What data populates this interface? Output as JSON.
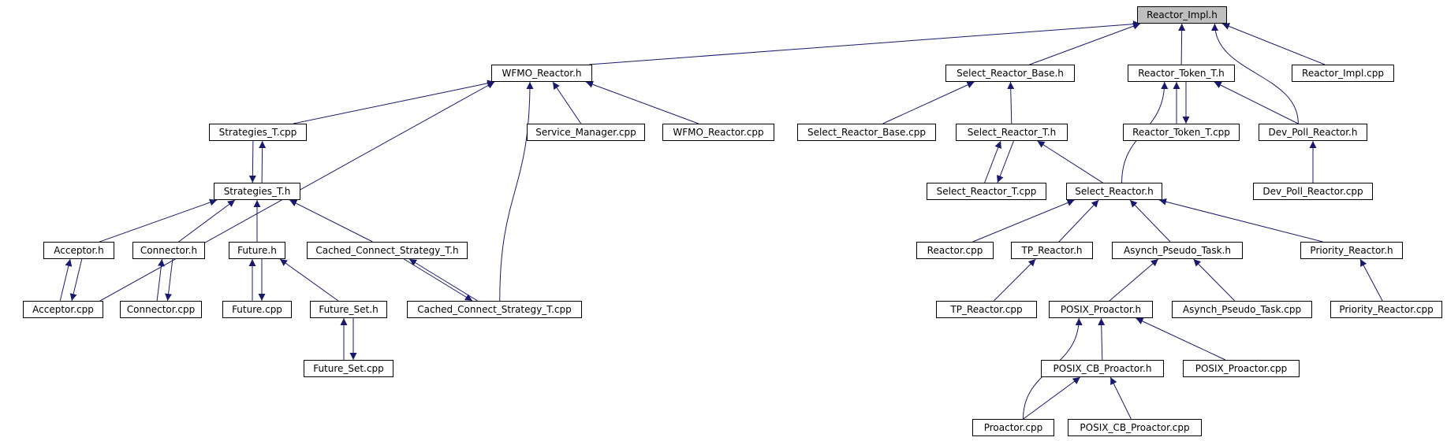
{
  "graph": {
    "root_fill": "#bfbfbf",
    "node_fill": "#ffffff",
    "edge_color": "#191970",
    "nodes": [
      {
        "id": "reactor_impl_h",
        "label": "Reactor_Impl.h",
        "root": true
      },
      {
        "id": "wfmo_reactor_h",
        "label": "WFMO_Reactor.h"
      },
      {
        "id": "select_reactor_base_h",
        "label": "Select_Reactor_Base.h"
      },
      {
        "id": "reactor_token_t_h",
        "label": "Reactor_Token_T.h"
      },
      {
        "id": "reactor_impl_cpp",
        "label": "Reactor_Impl.cpp"
      },
      {
        "id": "strategies_t_cpp",
        "label": "Strategies_T.cpp"
      },
      {
        "id": "service_manager_cpp",
        "label": "Service_Manager.cpp"
      },
      {
        "id": "wfmo_reactor_cpp",
        "label": "WFMO_Reactor.cpp"
      },
      {
        "id": "select_reactor_base_cpp",
        "label": "Select_Reactor_Base.cpp"
      },
      {
        "id": "select_reactor_t_h",
        "label": "Select_Reactor_T.h"
      },
      {
        "id": "reactor_token_t_cpp",
        "label": "Reactor_Token_T.cpp"
      },
      {
        "id": "dev_poll_reactor_h",
        "label": "Dev_Poll_Reactor.h"
      },
      {
        "id": "strategies_t_h",
        "label": "Strategies_T.h"
      },
      {
        "id": "select_reactor_t_cpp",
        "label": "Select_Reactor_T.cpp"
      },
      {
        "id": "select_reactor_h",
        "label": "Select_Reactor.h"
      },
      {
        "id": "dev_poll_reactor_cpp",
        "label": "Dev_Poll_Reactor.cpp"
      },
      {
        "id": "acceptor_h",
        "label": "Acceptor.h"
      },
      {
        "id": "connector_h",
        "label": "Connector.h"
      },
      {
        "id": "future_h",
        "label": "Future.h"
      },
      {
        "id": "cached_connect_strategy_t_h",
        "label": "Cached_Connect_Strategy_T.h"
      },
      {
        "id": "reactor_cpp",
        "label": "Reactor.cpp"
      },
      {
        "id": "tp_reactor_h",
        "label": "TP_Reactor.h"
      },
      {
        "id": "asynch_pseudo_task_h",
        "label": "Asynch_Pseudo_Task.h"
      },
      {
        "id": "priority_reactor_h",
        "label": "Priority_Reactor.h"
      },
      {
        "id": "acceptor_cpp",
        "label": "Acceptor.cpp"
      },
      {
        "id": "connector_cpp",
        "label": "Connector.cpp"
      },
      {
        "id": "future_cpp",
        "label": "Future.cpp"
      },
      {
        "id": "future_set_h",
        "label": "Future_Set.h"
      },
      {
        "id": "cached_connect_strategy_t_cpp",
        "label": "Cached_Connect_Strategy_T.cpp"
      },
      {
        "id": "tp_reactor_cpp",
        "label": "TP_Reactor.cpp"
      },
      {
        "id": "posix_proactor_h",
        "label": "POSIX_Proactor.h"
      },
      {
        "id": "asynch_pseudo_task_cpp",
        "label": "Asynch_Pseudo_Task.cpp"
      },
      {
        "id": "priority_reactor_cpp",
        "label": "Priority_Reactor.cpp"
      },
      {
        "id": "future_set_cpp",
        "label": "Future_Set.cpp"
      },
      {
        "id": "posix_cb_proactor_h",
        "label": "POSIX_CB_Proactor.h"
      },
      {
        "id": "posix_proactor_cpp",
        "label": "POSIX_Proactor.cpp"
      },
      {
        "id": "proactor_cpp",
        "label": "Proactor.cpp"
      },
      {
        "id": "posix_cb_proactor_cpp",
        "label": "POSIX_CB_Proactor.cpp"
      }
    ],
    "edges": [
      [
        "wfmo_reactor_h",
        "reactor_impl_h"
      ],
      [
        "select_reactor_base_h",
        "reactor_impl_h"
      ],
      [
        "reactor_token_t_h",
        "reactor_impl_h"
      ],
      [
        "reactor_impl_cpp",
        "reactor_impl_h"
      ],
      [
        "dev_poll_reactor_h",
        "reactor_impl_h"
      ],
      [
        "strategies_t_cpp",
        "wfmo_reactor_h"
      ],
      [
        "service_manager_cpp",
        "wfmo_reactor_h"
      ],
      [
        "wfmo_reactor_cpp",
        "wfmo_reactor_h"
      ],
      [
        "acceptor_cpp",
        "wfmo_reactor_h"
      ],
      [
        "cached_connect_strategy_t_cpp",
        "wfmo_reactor_h"
      ],
      [
        "select_reactor_base_cpp",
        "select_reactor_base_h"
      ],
      [
        "select_reactor_t_h",
        "select_reactor_base_h"
      ],
      [
        "reactor_token_t_cpp",
        "reactor_token_t_h"
      ],
      [
        "dev_poll_reactor_h",
        "reactor_token_t_h"
      ],
      [
        "select_reactor_h",
        "reactor_token_t_h"
      ],
      [
        "reactor_token_t_h",
        "reactor_token_t_cpp"
      ],
      [
        "dev_poll_reactor_cpp",
        "dev_poll_reactor_h"
      ],
      [
        "strategies_t_h",
        "strategies_t_cpp"
      ],
      [
        "strategies_t_cpp",
        "strategies_t_h"
      ],
      [
        "select_reactor_t_cpp",
        "select_reactor_t_h"
      ],
      [
        "select_reactor_t_h",
        "select_reactor_t_cpp"
      ],
      [
        "select_reactor_h",
        "select_reactor_t_h"
      ],
      [
        "acceptor_h",
        "strategies_t_h"
      ],
      [
        "connector_h",
        "strategies_t_h"
      ],
      [
        "future_h",
        "strategies_t_h"
      ],
      [
        "cached_connect_strategy_t_h",
        "strategies_t_h"
      ],
      [
        "reactor_cpp",
        "select_reactor_h"
      ],
      [
        "tp_reactor_h",
        "select_reactor_h"
      ],
      [
        "asynch_pseudo_task_h",
        "select_reactor_h"
      ],
      [
        "priority_reactor_h",
        "select_reactor_h"
      ],
      [
        "acceptor_cpp",
        "acceptor_h"
      ],
      [
        "acceptor_h",
        "acceptor_cpp"
      ],
      [
        "connector_cpp",
        "connector_h"
      ],
      [
        "connector_h",
        "connector_cpp"
      ],
      [
        "future_cpp",
        "future_h"
      ],
      [
        "future_h",
        "future_cpp"
      ],
      [
        "future_set_h",
        "future_h"
      ],
      [
        "cached_connect_strategy_t_cpp",
        "cached_connect_strategy_t_h"
      ],
      [
        "cached_connect_strategy_t_h",
        "cached_connect_strategy_t_cpp"
      ],
      [
        "tp_reactor_cpp",
        "tp_reactor_h"
      ],
      [
        "posix_proactor_h",
        "asynch_pseudo_task_h"
      ],
      [
        "asynch_pseudo_task_cpp",
        "asynch_pseudo_task_h"
      ],
      [
        "priority_reactor_cpp",
        "priority_reactor_h"
      ],
      [
        "future_set_cpp",
        "future_set_h"
      ],
      [
        "future_set_h",
        "future_set_cpp"
      ],
      [
        "posix_cb_proactor_h",
        "posix_proactor_h"
      ],
      [
        "posix_proactor_cpp",
        "posix_proactor_h"
      ],
      [
        "proactor_cpp",
        "posix_proactor_h"
      ],
      [
        "proactor_cpp",
        "posix_cb_proactor_h"
      ],
      [
        "posix_cb_proactor_cpp",
        "posix_cb_proactor_h"
      ]
    ]
  }
}
